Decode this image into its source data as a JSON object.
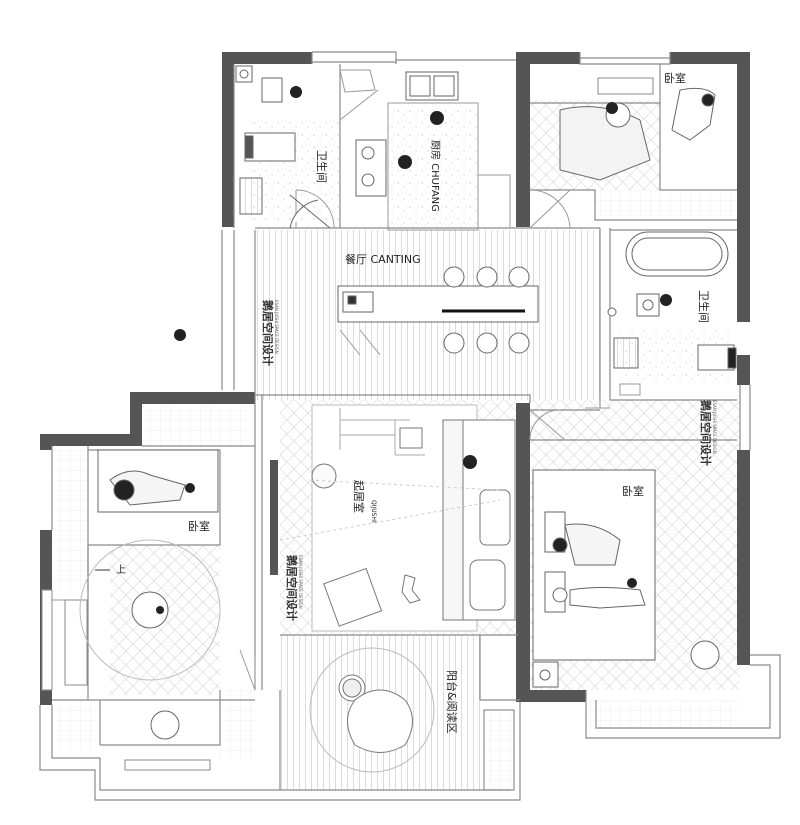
{
  "rooms": {
    "bathroom_top": "卫生间",
    "kitchen": "厨房 CHUFANG",
    "bedroom_top_right": "卧室",
    "dining": "餐厅 CANTING",
    "bathroom_right": "卫生间",
    "living": "起居室",
    "living_pinyin": "QIJUSHI",
    "bedroom_left": "卧室",
    "bedroom_right": "卧室",
    "balcony": "阳台&阅读区",
    "stair_up": "上"
  },
  "watermark": {
    "text": "鹅居空间设计",
    "subtext": "ESAN JUSHI SPACE DESIGN"
  },
  "colors": {
    "wall": "#555555",
    "line": "#8a8a8a",
    "floor_tile": "#cfcfcf"
  }
}
